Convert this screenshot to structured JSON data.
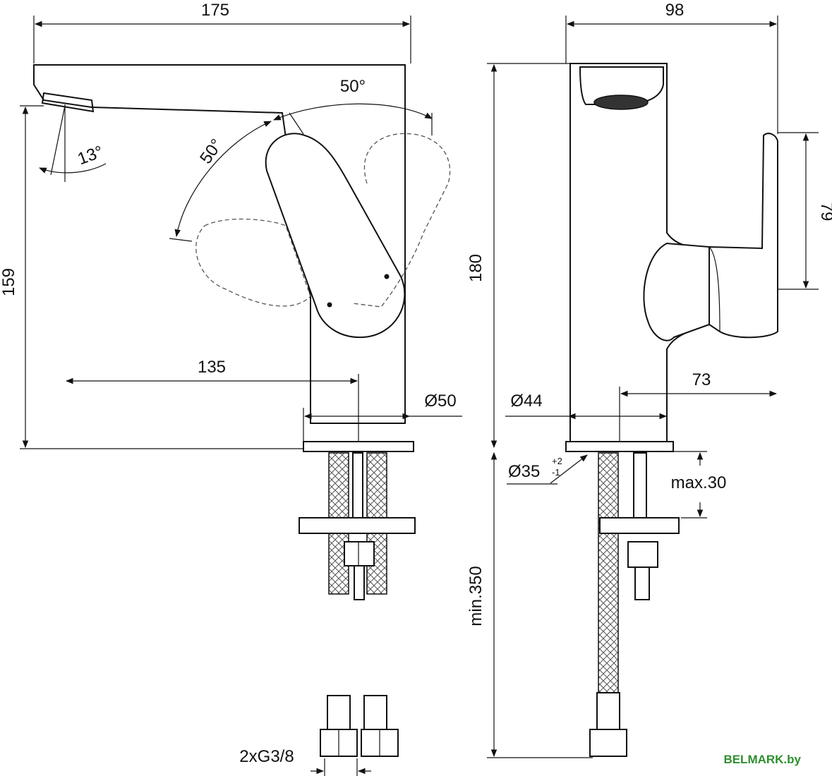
{
  "dimensions": {
    "width_top": "175",
    "depth_top": "98",
    "spout_height": "159",
    "total_height": "180",
    "spout_reach": "135",
    "lever_height": "79",
    "lever_offset": "73",
    "base_diameter_left": "Ø50",
    "base_diameter_right": "Ø44",
    "hole_diameter": "Ø35",
    "hole_tol_plus": "+2",
    "hole_tol_minus": "-1",
    "max_deck": "max.30",
    "min_hose": "min.350",
    "connection": "2xG3/8",
    "angle_spout": "13°",
    "angle_lever_front": "50°",
    "angle_lever_back": "50°"
  },
  "watermark": {
    "text": "BELMARK.by",
    "color": "#2f8f2f"
  }
}
